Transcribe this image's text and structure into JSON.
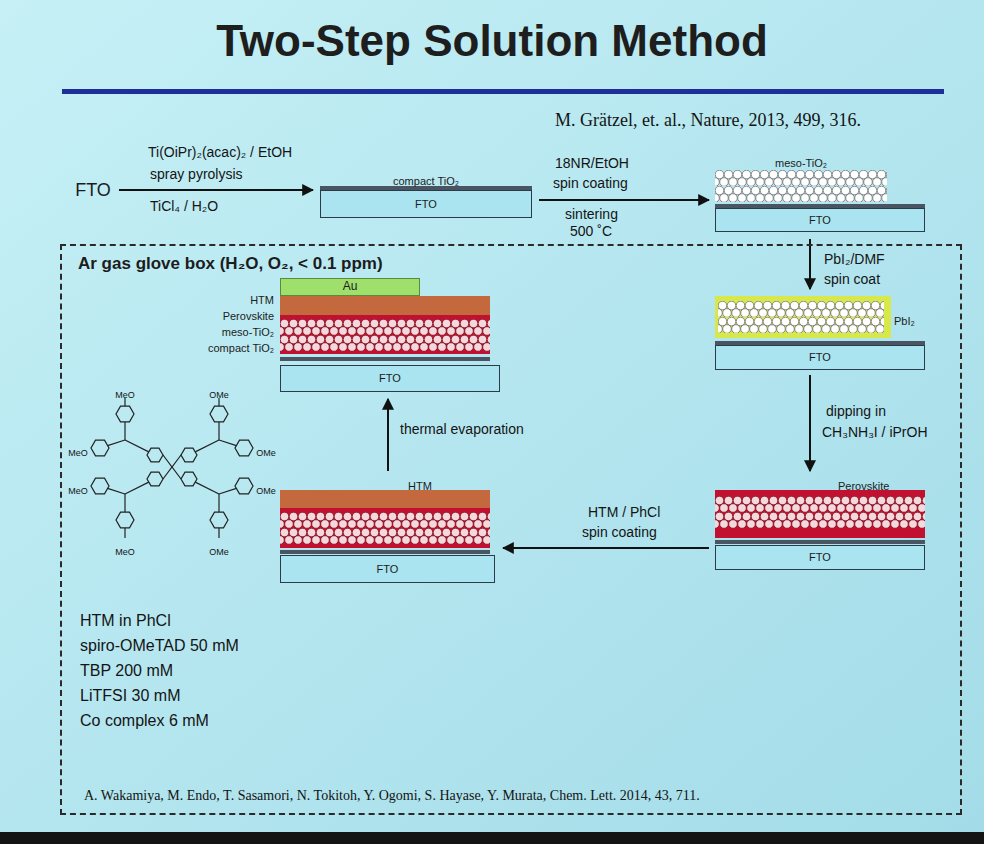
{
  "diagram": {
    "title": "Two-Step Solution Method",
    "nodes": [
      {
        "text": [
          "FTO"
        ]
      },
      {
        "text": [
          "compact TiO₂"
        ]
      },
      {
        "text": [
          "FTO"
        ],
        "in": 1
      },
      {
        "text": [
          "meso-TiO₂"
        ]
      },
      {
        "text": [
          "FTO"
        ],
        "in": 3
      },
      {
        "text": [
          "Ar gas glove box (H₂O, O₂, < 0.1 ppm)"
        ]
      },
      {
        "text": [
          "HTM",
          "Perovskite",
          "meso-TiO₂",
          "compact TiO₂"
        ],
        "in": 5
      },
      {
        "text": [
          "Au"
        ],
        "in": 6
      },
      {
        "text": [
          "FTO"
        ],
        "in": 6
      },
      {
        "text": [
          "PbI₂"
        ],
        "in": 5
      },
      {
        "text": [
          "FTO"
        ],
        "in": 9
      },
      {
        "text": [
          "HTM"
        ],
        "in": 5
      },
      {
        "text": [
          "FTO"
        ],
        "in": 11
      },
      {
        "text": [
          "Perovskite"
        ],
        "in": 5
      },
      {
        "text": [
          "FTO"
        ],
        "in": 13
      }
    ],
    "edges": [
      {
        "from": 0,
        "to": 1,
        "arrow": "to"
      },
      {
        "from": 1,
        "to": 3,
        "arrow": "to"
      },
      {
        "from": 3,
        "to": 9,
        "arrow": "to"
      },
      {
        "from": 9,
        "to": 13,
        "arrow": "to"
      },
      {
        "from": 13,
        "to": 11,
        "arrow": "to"
      },
      {
        "from": 11,
        "to": 6,
        "arrow": "to"
      }
    ],
    "labels": [
      "M. Grätzel, et. al., Nature, 2013, 499, 316.",
      "Ti(OiPr)₂(acac)₂ / EtOH",
      "spray pyrolysis",
      "TiCl₄ / H₂O",
      "18NR/EtOH",
      "spin coating",
      "sintering",
      "500 ˚C",
      "PbI₂/DMF",
      "spin coat",
      "MeO",
      "OMe",
      "MeO",
      "OMe",
      "MeO",
      "OMe",
      "MeO",
      "OMe",
      "dipping in",
      "CH₃NH₃I / iPrOH",
      "thermal evaporation",
      "HTM / PhCl",
      "spin coating",
      "HTM in PhCl",
      "spiro-OMeTAD 50 mM",
      "TBP 200 mM",
      "LiTFSI 30 mM",
      "Co complex 6 mM",
      "A. Wakamiya, M. Endo, T. Sasamori, N. Tokitoh, Y. Ogomi, S. Hayase, Y. Murata, Chem. Lett. 2014, 43, 711."
    ]
  }
}
